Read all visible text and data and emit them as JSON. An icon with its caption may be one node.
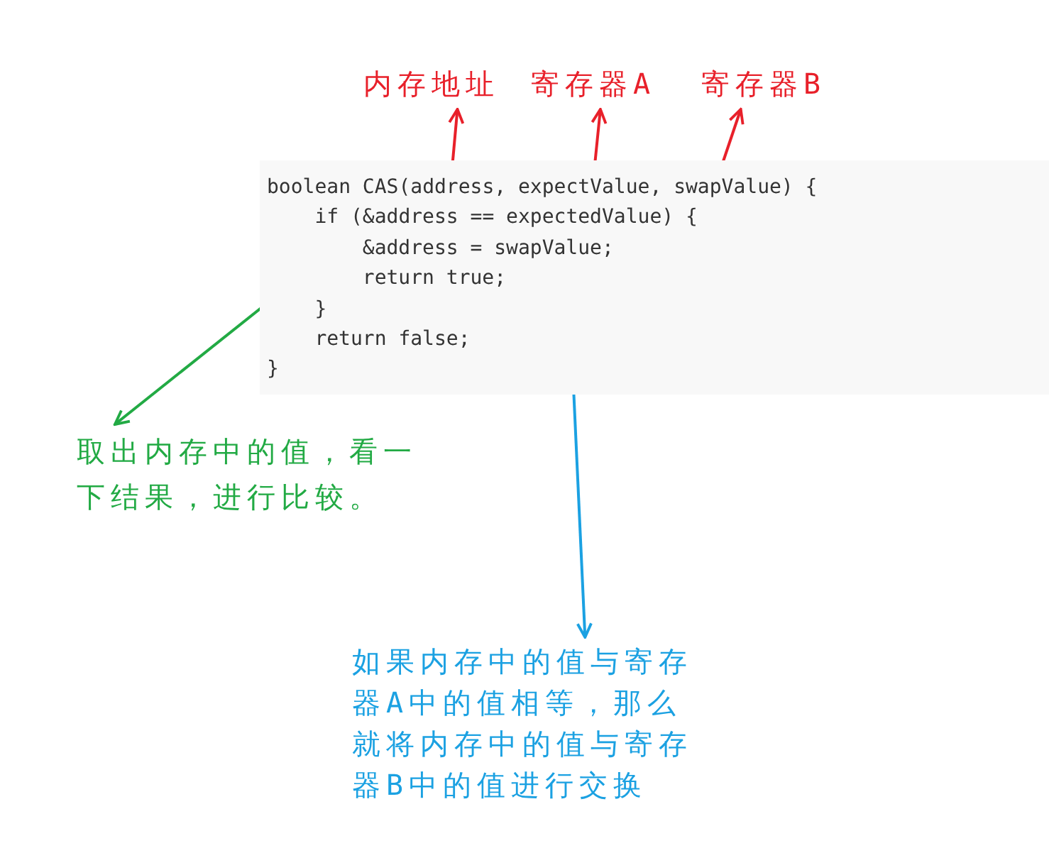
{
  "diagram": {
    "nodes": [
      {
        "text": [
          "boolean CAS(address, expectValue, swapValue) {",
          "if (&address == expectedValue) {",
          "&address = swapValue;",
          "return true;",
          "}",
          "return false;",
          "}"
        ]
      },
      {
        "text": [
          "内存地址"
        ]
      },
      {
        "text": [
          "寄存器A"
        ]
      },
      {
        "text": [
          "寄存器B"
        ]
      },
      {
        "text": [
          "取出内存中的值，看一下结果，进行比较。"
        ]
      },
      {
        "text": [
          "如果内存中的值与寄存器A中的值相等，那么就将内存中的值与寄存器B中的值进行交换"
        ]
      }
    ],
    "edges": [
      {
        "from": 0,
        "to": 1,
        "arrow": "to"
      },
      {
        "from": 0,
        "to": 2,
        "arrow": "to"
      },
      {
        "from": 0,
        "to": 3,
        "arrow": "to"
      },
      {
        "from": 0,
        "to": 4,
        "arrow": "to",
        "color": "#22aa44"
      },
      {
        "from": 0,
        "to": 5,
        "arrow": "to",
        "color": "#1ba1e2"
      }
    ]
  }
}
